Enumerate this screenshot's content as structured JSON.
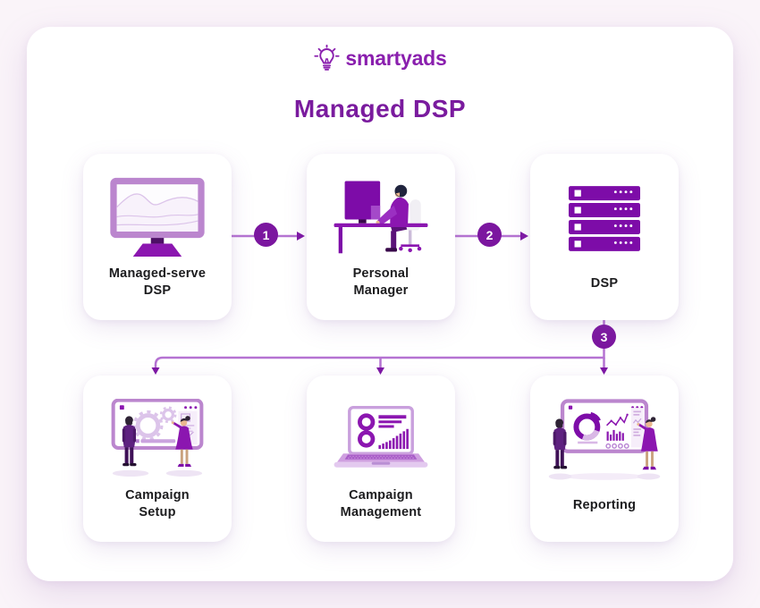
{
  "colors": {
    "page-bg": "#faf4f9",
    "panel-bg": "#ffffff",
    "brand-purple": "#8a1fae",
    "title-purple": "#7a1b9e",
    "label-text": "#1c1c1e",
    "line-purple": "#b573d2",
    "arrow-purple": "#7d16a4",
    "badge-bg": "#7b169f",
    "badge-text": "#ffffff",
    "icon-vivid": "#7d0ca8",
    "icon-mid": "#8b16b0",
    "icon-light": "#bb86ce",
    "icon-pale": "#dcc4ea"
  },
  "logo": {
    "text": "smartyads",
    "icon": "lightbulb-icon"
  },
  "page": {
    "title": "Managed DSP"
  },
  "flow": {
    "steps": [
      {
        "id": "managed-serve-dsp",
        "label": "Managed-serve\nDSP",
        "icon": "monitor-chart-icon"
      },
      {
        "id": "personal-manager",
        "label": "Personal\nManager",
        "icon": "person-at-desk-icon"
      },
      {
        "id": "dsp",
        "label": "DSP",
        "icon": "server-stack-icon"
      },
      {
        "id": "campaign-setup",
        "label": "Campaign\nSetup",
        "icon": "people-gears-screen-icon"
      },
      {
        "id": "campaign-management",
        "label": "Campaign\nManagement",
        "icon": "laptop-dashboard-icon"
      },
      {
        "id": "reporting",
        "label": "Reporting",
        "icon": "people-dashboard-icon"
      }
    ],
    "connectors": [
      {
        "step": "1",
        "from": "managed-serve-dsp",
        "to": "personal-manager"
      },
      {
        "step": "2",
        "from": "personal-manager",
        "to": "dsp"
      },
      {
        "step": "3",
        "from": "dsp",
        "to": "campaign-setup, campaign-management, reporting"
      }
    ]
  }
}
